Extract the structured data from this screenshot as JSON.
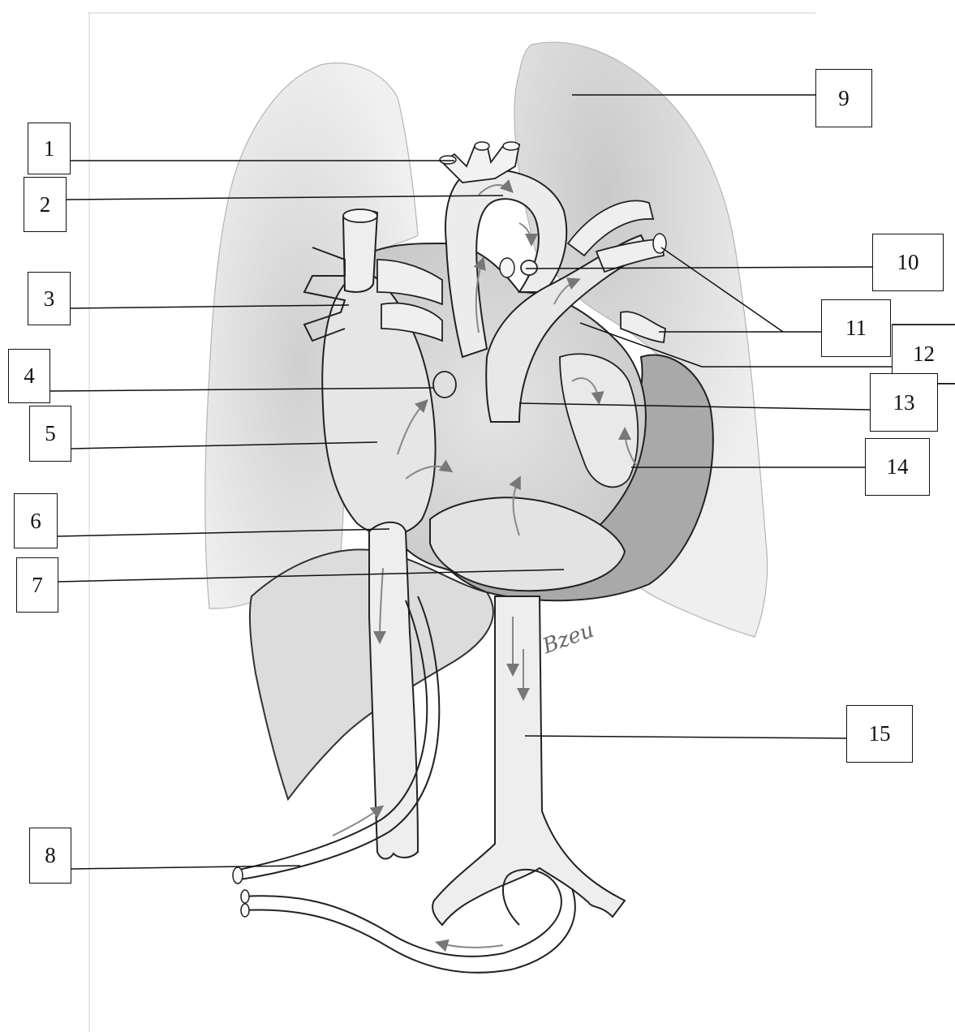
{
  "labels": [
    {
      "id": "1",
      "text": "1"
    },
    {
      "id": "2",
      "text": "2"
    },
    {
      "id": "3",
      "text": "3"
    },
    {
      "id": "4",
      "text": "4"
    },
    {
      "id": "5",
      "text": "5"
    },
    {
      "id": "6",
      "text": "6"
    },
    {
      "id": "7",
      "text": "7"
    },
    {
      "id": "8",
      "text": "8"
    },
    {
      "id": "9",
      "text": "9"
    },
    {
      "id": "10",
      "text": "10"
    },
    {
      "id": "11",
      "text": "11"
    },
    {
      "id": "12",
      "text": "12"
    },
    {
      "id": "13",
      "text": "13"
    },
    {
      "id": "14",
      "text": "14"
    },
    {
      "id": "15",
      "text": "15"
    }
  ],
  "signature": "Bzeu",
  "colors": {
    "paper": "#ffffff",
    "line": "#222222",
    "lung_shade": "#e9e9e9",
    "heart_shade": "#d6d6d6",
    "dark_band": "#a9a9a9"
  }
}
